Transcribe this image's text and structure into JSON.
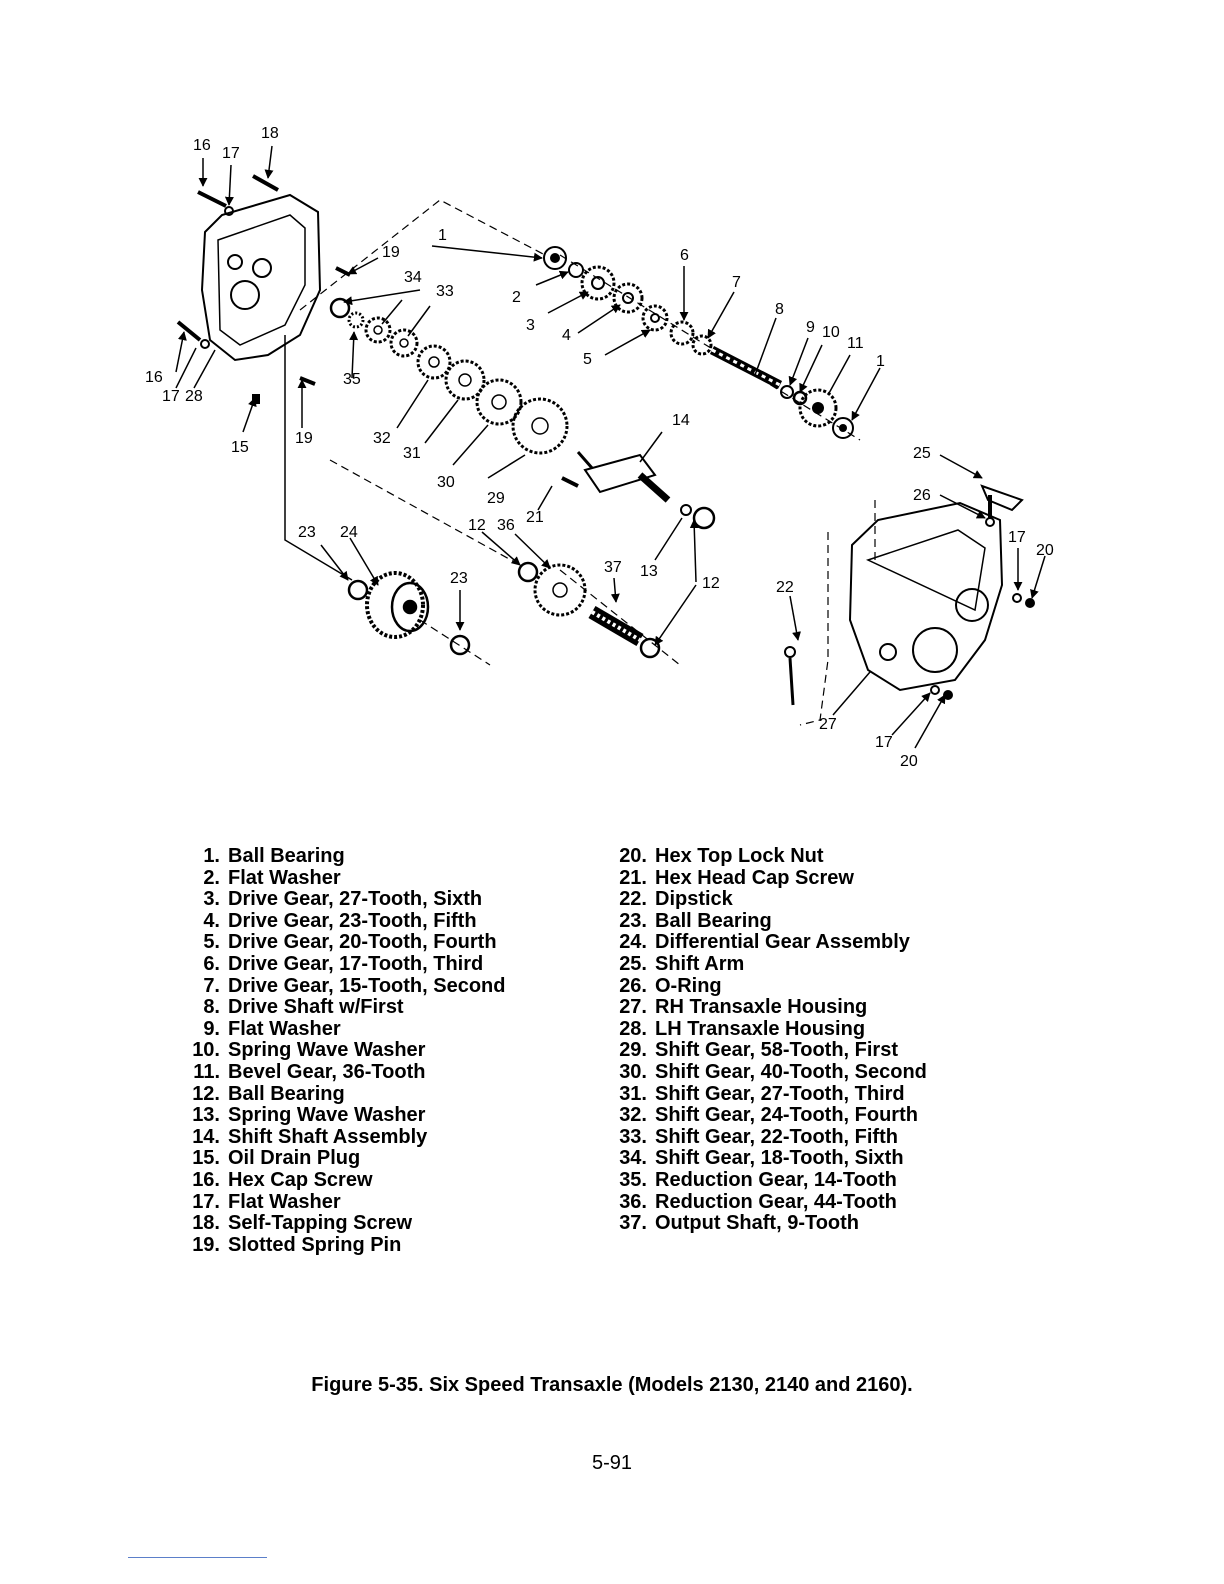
{
  "diagram": {
    "callouts": {
      "c1a": "1",
      "c1b": "1",
      "c2": "2",
      "c3": "3",
      "c4": "4",
      "c5": "5",
      "c6": "6",
      "c7": "7",
      "c8": "8",
      "c9": "9",
      "c10": "10",
      "c11": "11",
      "c12a": "12",
      "c12b": "12",
      "c13": "13",
      "c14": "14",
      "c15": "15",
      "c16a": "16",
      "c16b": "16",
      "c17a": "17",
      "c17b": "17",
      "c17c": "17",
      "c17d": "17",
      "c18": "18",
      "c19a": "19",
      "c19b": "19",
      "c20a": "20",
      "c20b": "20",
      "c21": "21",
      "c22": "22",
      "c23a": "23",
      "c23b": "23",
      "c24": "24",
      "c25": "25",
      "c26": "26",
      "c27": "27",
      "c28": "28",
      "c29": "29",
      "c30": "30",
      "c31": "31",
      "c32": "32",
      "c33": "33",
      "c34": "34",
      "c35": "35",
      "c36": "36",
      "c37": "37"
    }
  },
  "legend_left": [
    {
      "num": "1.",
      "text": "Ball Bearing"
    },
    {
      "num": "2.",
      "text": "Flat Washer"
    },
    {
      "num": "3.",
      "text": "Drive Gear, 27-Tooth, Sixth"
    },
    {
      "num": "4.",
      "text": "Drive Gear, 23-Tooth, Fifth"
    },
    {
      "num": "5.",
      "text": "Drive Gear, 20-Tooth, Fourth"
    },
    {
      "num": "6.",
      "text": "Drive Gear, 17-Tooth, Third"
    },
    {
      "num": "7.",
      "text": "Drive Gear, 15-Tooth, Second"
    },
    {
      "num": "8.",
      "text": "Drive Shaft w/First"
    },
    {
      "num": "9.",
      "text": "Flat Washer"
    },
    {
      "num": "10.",
      "text": "Spring Wave Washer"
    },
    {
      "num": "11.",
      "text": "Bevel Gear, 36-Tooth"
    },
    {
      "num": "12.",
      "text": "Ball Bearing"
    },
    {
      "num": "13.",
      "text": "Spring Wave Washer"
    },
    {
      "num": "14.",
      "text": "Shift Shaft Assembly"
    },
    {
      "num": "15.",
      "text": "Oil Drain Plug"
    },
    {
      "num": "16.",
      "text": "Hex Cap Screw"
    },
    {
      "num": "17.",
      "text": "Flat Washer"
    },
    {
      "num": "18.",
      "text": "Self-Tapping Screw"
    },
    {
      "num": "19.",
      "text": "Slotted Spring Pin"
    }
  ],
  "legend_right": [
    {
      "num": "20.",
      "text": "Hex Top Lock Nut"
    },
    {
      "num": "21.",
      "text": "Hex Head Cap Screw"
    },
    {
      "num": "22.",
      "text": "Dipstick"
    },
    {
      "num": "23.",
      "text": "Ball Bearing"
    },
    {
      "num": "24.",
      "text": "Differential Gear Assembly"
    },
    {
      "num": "25.",
      "text": "Shift Arm"
    },
    {
      "num": "26.",
      "text": "O-Ring"
    },
    {
      "num": "27.",
      "text": "RH Transaxle Housing"
    },
    {
      "num": "28.",
      "text": "LH Transaxle Housing"
    },
    {
      "num": "29.",
      "text": "Shift Gear, 58-Tooth, First"
    },
    {
      "num": "30.",
      "text": "Shift Gear, 40-Tooth, Second"
    },
    {
      "num": "31.",
      "text": "Shift Gear, 27-Tooth, Third"
    },
    {
      "num": "32.",
      "text": "Shift Gear, 24-Tooth, Fourth"
    },
    {
      "num": "33.",
      "text": "Shift Gear, 22-Tooth, Fifth"
    },
    {
      "num": "34.",
      "text": "Shift Gear, 18-Tooth, Sixth"
    },
    {
      "num": "35.",
      "text": "Reduction Gear, 14-Tooth"
    },
    {
      "num": "36.",
      "text": "Reduction Gear, 44-Tooth"
    },
    {
      "num": "37.",
      "text": "Output Shaft, 9-Tooth"
    }
  ],
  "caption": "Figure 5-35. Six Speed Transaxle (Models 2130, 2140 and 2160).",
  "page_number": "5-91"
}
